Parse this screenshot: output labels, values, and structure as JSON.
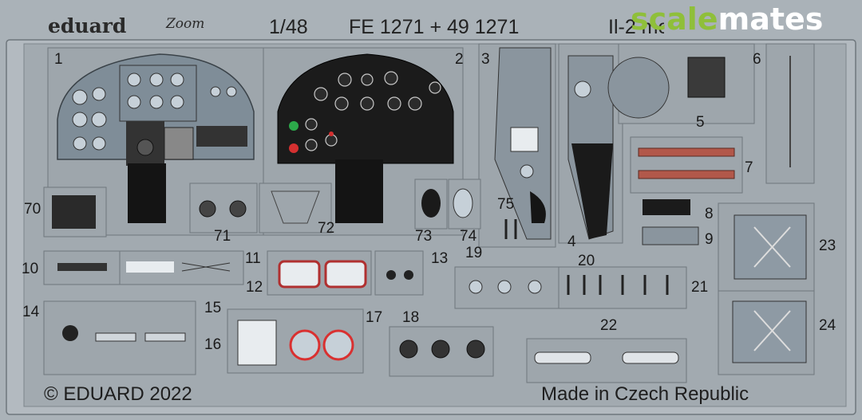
{
  "header": {
    "brand": "eduard",
    "zoom_logo": "Zoom",
    "scale": "1/48",
    "code": "FE 1271 + 49 1271",
    "title_partial": "Il-2 mod. 1943"
  },
  "watermark": {
    "part1": "scale",
    "part2": "mates",
    "color1": "#8fbf3a",
    "color2": "#ffffff"
  },
  "footer": {
    "copyright": "© EDUARD 2022",
    "made_in": "Made in Czech Republic"
  },
  "part_numbers": {
    "p1": "1",
    "p2": "2",
    "p3": "3",
    "p4": "4",
    "p5": "5",
    "p6": "6",
    "p7": "7",
    "p8": "8",
    "p9": "9",
    "p10": "10",
    "p11": "11",
    "p12": "12",
    "p13": "13",
    "p14": "14",
    "p15": "15",
    "p16": "16",
    "p17": "17",
    "p18": "18",
    "p19": "19",
    "p20": "20",
    "p21": "21",
    "p22": "22",
    "p23": "23",
    "p24": "24",
    "p70": "70",
    "p71": "71",
    "p72": "72",
    "p73": "73",
    "p74": "74",
    "p75": "75"
  },
  "colors": {
    "fret": "#aab2b8",
    "panel_grey": "#8e9aa4",
    "panel_dark": "#1c1c1c",
    "belt": "#b2584a",
    "red_ring": "#d93030"
  }
}
